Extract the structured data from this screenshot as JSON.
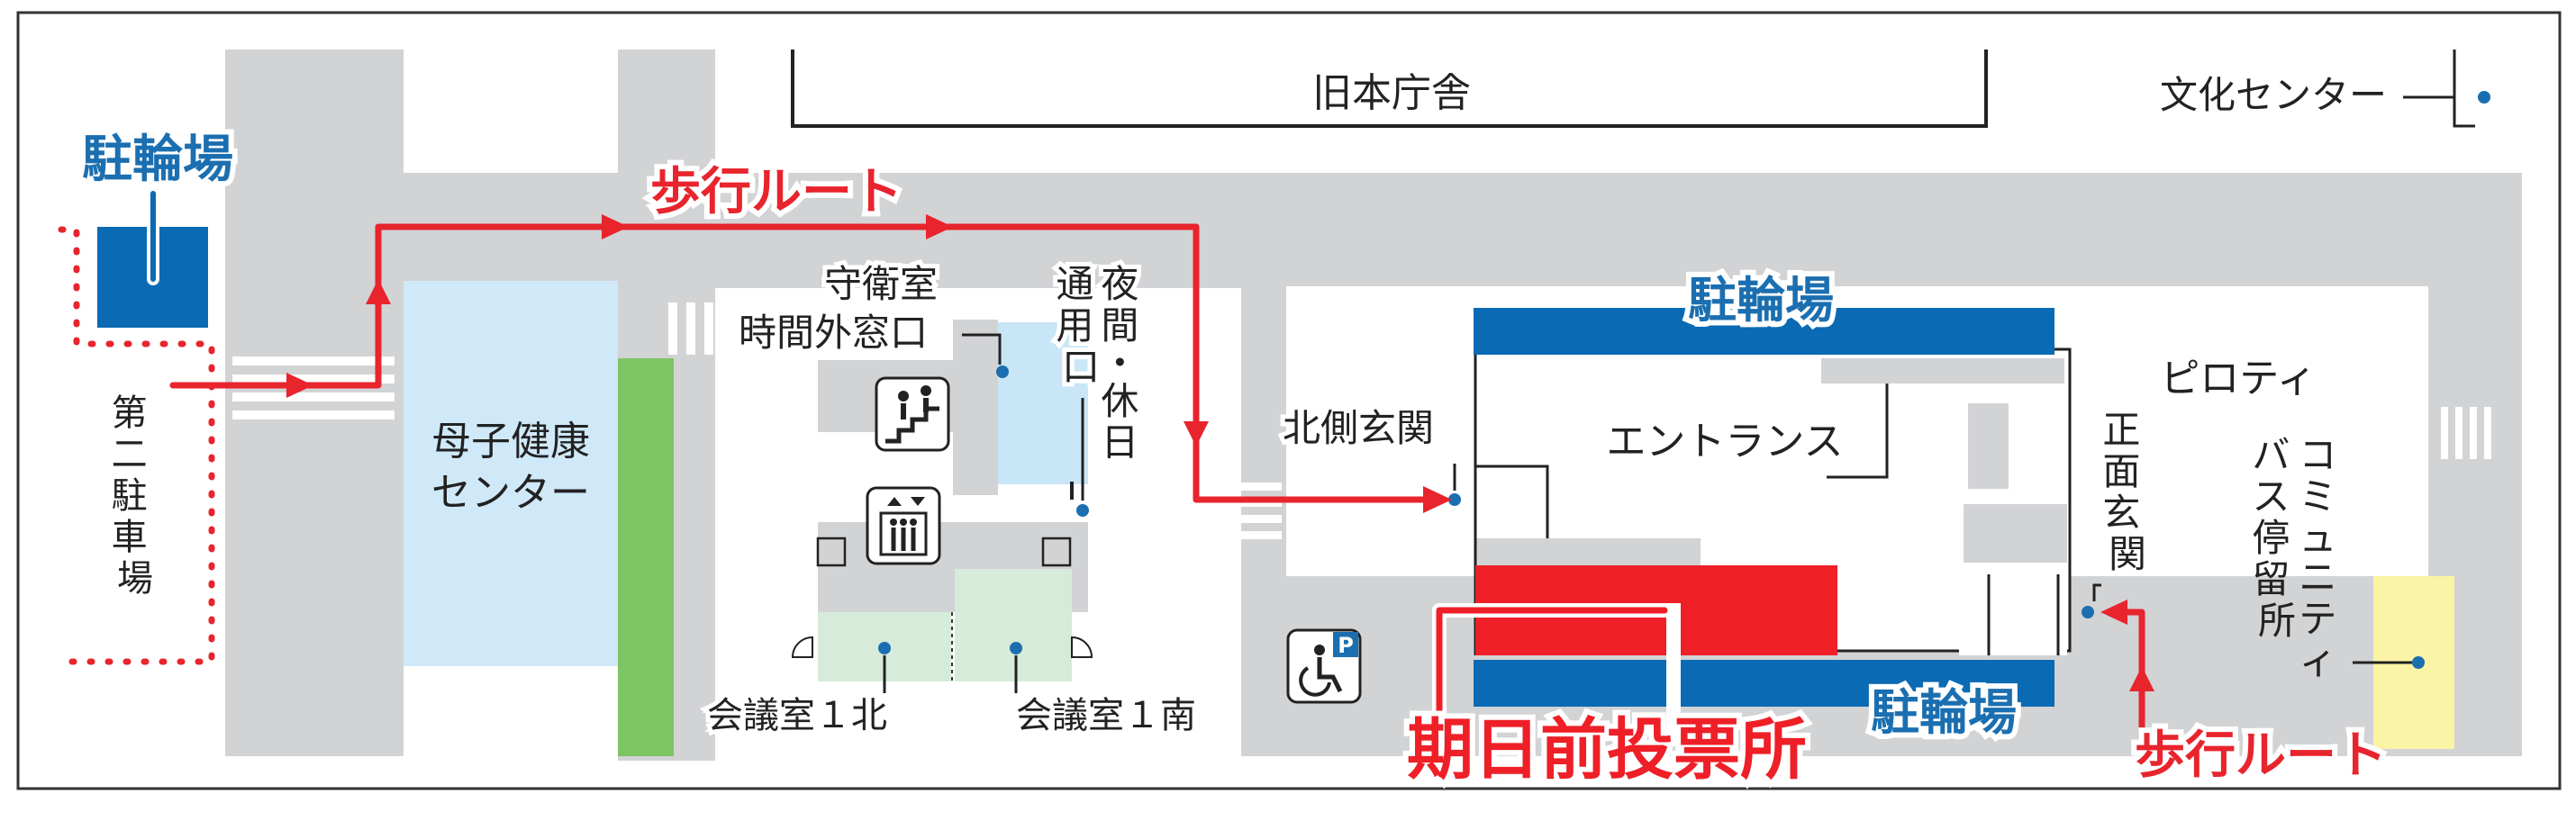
{
  "labels": {
    "old_hall": "旧本庁舎",
    "culture_center": "文化センター",
    "bicycle_parking_left": "駐輪場",
    "walking_route_top": "歩行ルート",
    "walking_route_bottom": "歩行ルート",
    "second_parking": "第二駐車場",
    "maternal_center_line1": "母子健康",
    "maternal_center_line2": "センター",
    "guard_room_line1": "守衛室",
    "guard_room_line2": "時間外窓口",
    "night_entrance_col1": "夜間・休日",
    "night_entrance_col2": "通用口",
    "meeting_room_north": "会議室１北",
    "meeting_room_south": "会議室１南",
    "bicycle_parking_top": "駐輪場",
    "bicycle_parking_bottom": "駐輪場",
    "north_entrance": "北側玄関",
    "entrance_hall": "エントランス",
    "pilotis": "ピロティ",
    "main_entrance": "正面玄関",
    "bus_col1": "コミュニティ",
    "bus_col2": "バス停留所",
    "early_voting": "期日前投票所"
  },
  "icons": {
    "stairs": "stairs-icon",
    "elevator": "elevator-icon",
    "accessible_parking": "wheelchair-parking-icon"
  },
  "colors": {
    "road_gray": "#d2d3d5",
    "route_red": "#e8242d",
    "label_blue": "#1b6fb0",
    "parking_blue": "#0a6ab3",
    "maternal_center_blue": "#d0e9f8",
    "guard_room_blue": "#c9e6f6",
    "meeting_room_green": "#d6ebd9",
    "green_strip": "#7dc462",
    "bus_stop_yellow": "#fbf3a6",
    "voting_red": "#ee1f27"
  }
}
